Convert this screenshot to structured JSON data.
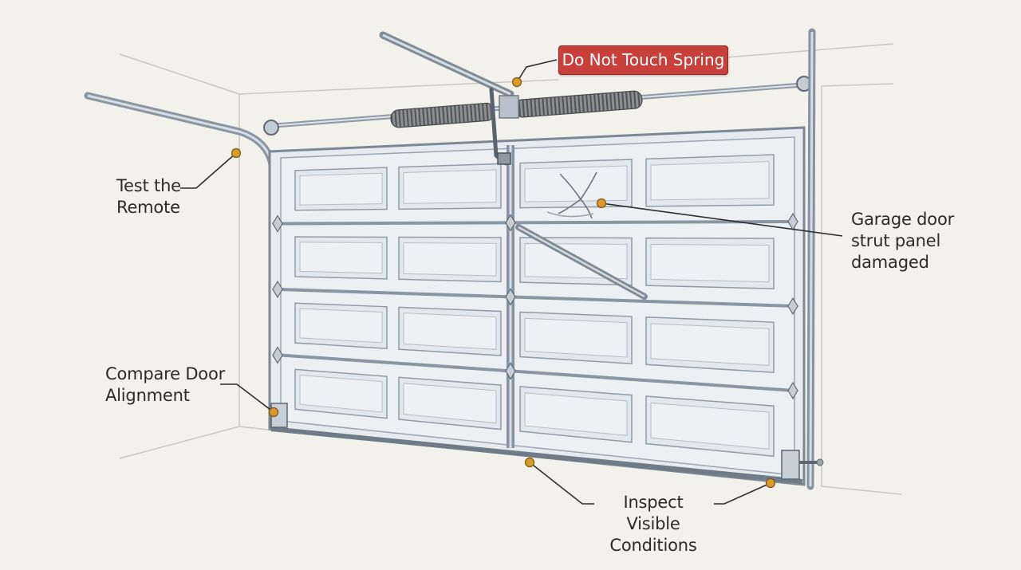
{
  "warning": {
    "text": "Do Not Touch Spring"
  },
  "callouts": {
    "remote": {
      "line1": "Test the",
      "line2": "Remote"
    },
    "alignment": {
      "line1": "Compare Door",
      "line2": "Alignment"
    },
    "strut": {
      "line1": "Garage door",
      "line2": "strut panel",
      "line3": "damaged"
    },
    "inspect": {
      "line1": "Inspect Visible",
      "line2": "Conditions"
    }
  },
  "colors": {
    "marker": "#d99a2b",
    "warning_bg": "#c8403c",
    "background": "#f2f1eb",
    "panel": "#e9edf1",
    "frame": "#9aa6b2"
  }
}
